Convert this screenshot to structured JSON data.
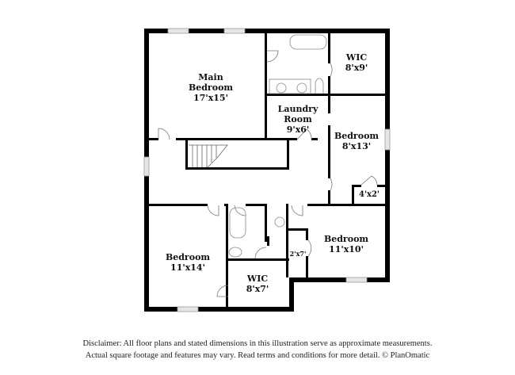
{
  "floor_plan": {
    "rooms": [
      {
        "id": "main-bedroom",
        "name_line1": "Main",
        "name_line2": "Bedroom",
        "dimensions": "17'x15'"
      },
      {
        "id": "wic-main",
        "name_line1": "WIC",
        "dimensions": "8'x9'"
      },
      {
        "id": "laundry-room",
        "name_line1": "Laundry",
        "name_line2": "Room",
        "dimensions": "9'x6'"
      },
      {
        "id": "bedroom-2",
        "name_line1": "Bedroom",
        "dimensions": "8'x13'"
      },
      {
        "id": "closet-4x2",
        "dimensions": "4'x2'"
      },
      {
        "id": "bedroom-3",
        "name_line1": "Bedroom",
        "dimensions": "11'x10'"
      },
      {
        "id": "closet-2x7",
        "dimensions": "2'x7'"
      },
      {
        "id": "bedroom-4",
        "name_line1": "Bedroom",
        "dimensions": "11'x14'"
      },
      {
        "id": "wic-2",
        "name_line1": "WIC",
        "dimensions": "8'x7'"
      }
    ],
    "colors": {
      "wall": "#000000",
      "window": "#d9d9d9",
      "fixture": "#888888",
      "background": "#ffffff"
    }
  },
  "disclaimer": {
    "line1": "Disclaimer: All floor plans and stated dimensions in this illustration serve as approximate measurements.",
    "line2": "Actual square footage and features may vary. Read terms and conditions for more detail. © PlanOmatic"
  }
}
